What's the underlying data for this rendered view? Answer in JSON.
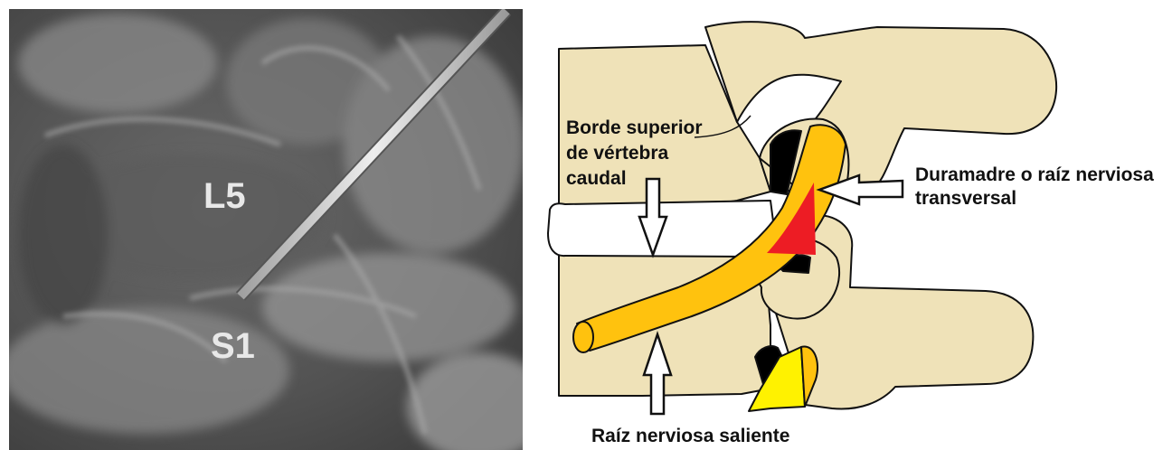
{
  "xray": {
    "labels": {
      "upper": "L5",
      "lower": "S1"
    },
    "colors": {
      "film_dark": "#3a3a3a",
      "film_light": "#bdbdbd",
      "needle": "#d9d9d9"
    }
  },
  "diagram": {
    "labels": {
      "superior_edge_line1": "Borde superior",
      "superior_edge_line2": "de vértebra",
      "superior_edge_line3": "caudal",
      "dura_line1": "Duramadre o raíz nerviosa",
      "dura_line2": "transversal",
      "exiting_root": "Raíz nerviosa saliente"
    },
    "colors": {
      "bone": "#efe2b8",
      "outline": "#111111",
      "nerve_root": "#ffc20e",
      "dura_highlight": "#ed1c24",
      "lower_root": "#fff200",
      "foramen": "#000000"
    }
  }
}
